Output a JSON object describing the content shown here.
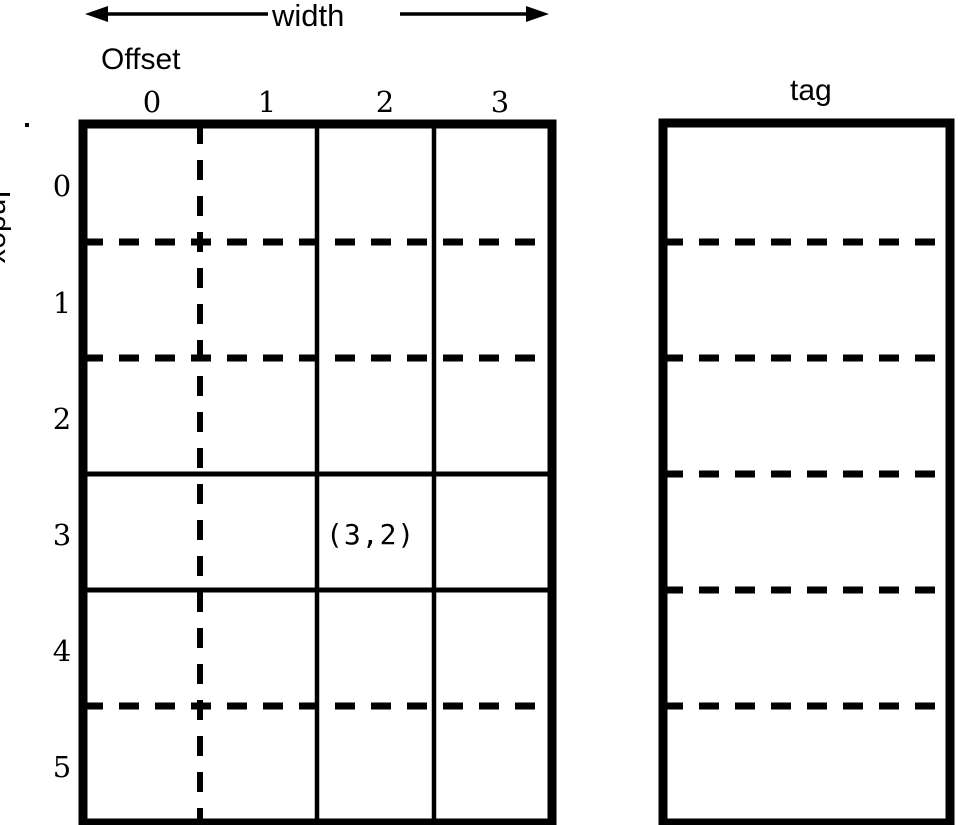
{
  "figure": {
    "type": "diagram",
    "subject": "cache-memory-layout-grid",
    "background_color": "#ffffff",
    "stroke_color": "#000000"
  },
  "annotations": {
    "width_label": "width",
    "offset_label": "Offset",
    "index_label": "Index",
    "tag_label": "tag"
  },
  "data_array": {
    "column_headers": [
      "0",
      "1",
      "2",
      "3"
    ],
    "row_headers": [
      "0",
      "1",
      "2",
      "3",
      "4",
      "5"
    ],
    "highlighted_cell": {
      "label": "(3,2)",
      "row": "3",
      "column": "2"
    },
    "column_divider_styles": [
      "dashed",
      "solid",
      "solid"
    ],
    "row_divider_styles": [
      "dashed",
      "dashed",
      "solid",
      "solid",
      "dashed"
    ]
  },
  "tag_array": {
    "row_count": 6,
    "row_divider_styles": [
      "dashed",
      "dashed",
      "dashed",
      "dashed",
      "dashed"
    ]
  }
}
